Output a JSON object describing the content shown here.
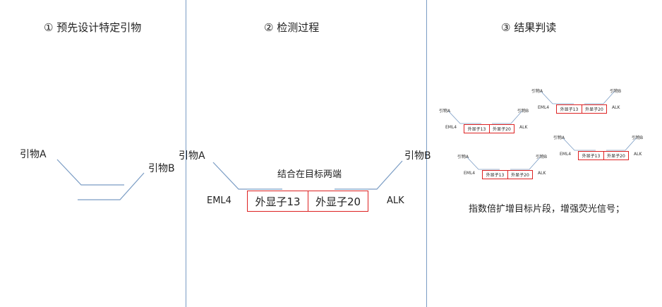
{
  "sections": {
    "s1": {
      "title": "① 预先设计特定引物"
    },
    "s2": {
      "title": "② 检测过程"
    },
    "s3": {
      "title": "③ 结果判读"
    }
  },
  "s1": {
    "primer_a": "引物A",
    "primer_b": "引物B"
  },
  "s2": {
    "primer_a": "引物A",
    "primer_b": "引物B",
    "caption": "结合在目标两端",
    "gene_left": "EML4",
    "gene_right": "ALK",
    "exon1": "外显子13",
    "exon2": "外显子20"
  },
  "s3": {
    "mini": {
      "primer_a": "引物A",
      "primer_b": "引物B",
      "gene_left": "EML4",
      "gene_right": "ALK",
      "exon1": "外显子13",
      "exon2": "外显子20"
    },
    "note": "指数倍扩增目标片段，增强荧光信号；"
  },
  "colors": {
    "line": "#7a9cc4",
    "box": "#d22222",
    "divider": "#7a9cc4"
  }
}
